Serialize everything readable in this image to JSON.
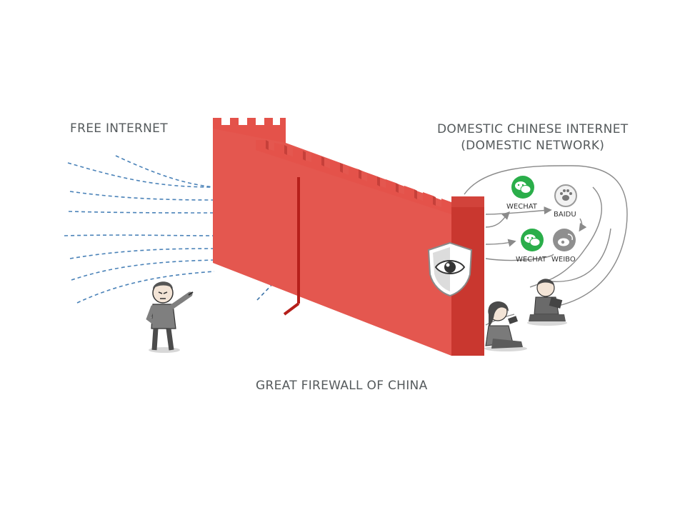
{
  "labels": {
    "free_internet": "FREE INTERNET",
    "domestic_line1": "DOMESTIC CHINESE INTERNET",
    "domestic_line2": "(DOMESTIC NETWORK)",
    "great_firewall": "GREAT FIREWALL OF CHINA"
  },
  "apps": [
    {
      "name": "WECHAT",
      "icon": "wechat-icon"
    },
    {
      "name": "BAIDU",
      "icon": "baidu-paw-icon"
    },
    {
      "name": "WECHAT",
      "icon": "wechat-icon"
    },
    {
      "name": "WEIBO",
      "icon": "weibo-icon"
    }
  ],
  "colors": {
    "wall": "#e4524a",
    "wall_dark": "#c93b33",
    "traffic": "#4a82b8",
    "wechat": "#2aae4a",
    "neutral_icon": "#8f8f8f"
  }
}
